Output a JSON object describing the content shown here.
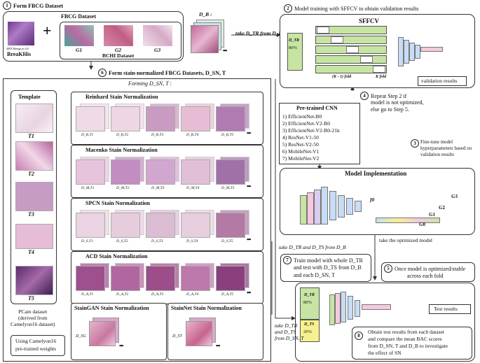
{
  "steps": {
    "s1": {
      "num": "1",
      "label": "Form FBCG Dataset"
    },
    "s2": {
      "num": "2",
      "label": "Model training with SFFCV to obtain validation results"
    },
    "s3": {
      "num": "3",
      "label": "Fine-tune model hyperparameters based on validation results"
    },
    "s4": {
      "num": "4",
      "label_a": "Repeat Step 2 if",
      "label_b": "model is not optimized,",
      "label_c": "else go to Step 5."
    },
    "s5": {
      "num": "5",
      "label_a": "Once model is optimized/stable",
      "label_b": "across each fold"
    },
    "s6": {
      "num": "6",
      "label": "Form stain-normalized FBCG Datasets, D_SN, T"
    },
    "s7": {
      "num": "7",
      "label_a": "Train model with whole D_TR",
      "label_b": "and test with D_TS from D_B",
      "label_c": "and each D_SN, T"
    },
    "s8": {
      "num": "8",
      "label_a": "Obtain test results from each dataset",
      "label_b": "and compare the mean BAC scores",
      "label_c": "from D_SN, T and D_B to investigate",
      "label_d": "the effect of SN"
    }
  },
  "breakhis": {
    "caption": "400X Benign as G0",
    "name": "BreaKHis"
  },
  "fbcg": {
    "title": "FBCG Dataset",
    "bchi": "BCHI Dataset",
    "g1": "G1",
    "g2": "G2",
    "g3": "G3"
  },
  "db_label": "D_B :",
  "take_tr": "take D_TR from D_B",
  "forming": "Forming D_SN, T :",
  "template": {
    "title": "Template",
    "items": [
      "T1",
      "T2",
      "T3",
      "T4",
      "T5"
    ]
  },
  "pcam": {
    "a": "PCam dataset",
    "b": "(derived from",
    "c": "Camelyon16 dataset)"
  },
  "camelyon": {
    "a": "Using Camelyon16",
    "b": "pre-trained weights"
  },
  "sn_methods": [
    {
      "title": "Reinhard Stain Normalization",
      "labels": [
        "D_R,T1",
        "D_R,T2",
        "D_R,T3",
        "D_R,T4",
        "D_R,T5"
      ]
    },
    {
      "title": "Macenko Stain Normalization",
      "labels": [
        "D_M,T1",
        "D_M,T2",
        "D_M,T3",
        "D_M,T4",
        "D_M,T5"
      ]
    },
    {
      "title": "SPCN Stain Normalization",
      "labels": [
        "D_S,T1",
        "D_S,T2",
        "D_S,T3",
        "D_S,T4",
        "D_S,T5"
      ]
    },
    {
      "title": "ACD Stain Normalization",
      "labels": [
        "D_A,T1",
        "D_A,T2",
        "D_A,T3",
        "D_A,T4",
        "D_A,T5"
      ]
    }
  ],
  "stain_gan": {
    "title": "StainGAN Stain Normalization",
    "label": "D_SG"
  },
  "stain_net": {
    "title": "StainNet Stain Normalization",
    "label": "D_ST"
  },
  "sffcv": {
    "title": "SFFCV",
    "dtr": "D_TR",
    "pct": "80%",
    "k1fold": "(K - 1) fold",
    "kfold": "K fold",
    "validation": "validation results"
  },
  "cnn": {
    "title": "Pre-trained CNN",
    "items": [
      "1) EfficientNet-B0",
      "2) EfficientNet-V2-B0",
      "3) EfficientNet-V2-B0-21k",
      "4) ResNet-V1-50",
      "5) ResNet-V2-50",
      "6) MobileNet-V1",
      "7) MobileNet-V2"
    ]
  },
  "impl": {
    "title": "Model Implementation",
    "f0": "f0",
    "g0": "G0",
    "g1": "G1",
    "g2": "G2",
    "g3": "G3"
  },
  "take_optimized": "take the optimized model",
  "take_tr_ts": "take D_TR and D_TS from D_B",
  "take_tr_ts_sn": {
    "a": "take D_TR",
    "b": "and D_TS",
    "c": "from D_SN, T"
  },
  "test": {
    "dtr": "D_TR",
    "tr_pct": "80%",
    "dts": "D_TS",
    "ts_pct": "20%",
    "results": "Test results"
  },
  "dots": "•••",
  "colors": {
    "green": "#c6e5a3",
    "yellow": "#f6f18e",
    "blue": "#c7dcf5",
    "pink": "#f4c9de",
    "purple": "#a77bb8"
  }
}
